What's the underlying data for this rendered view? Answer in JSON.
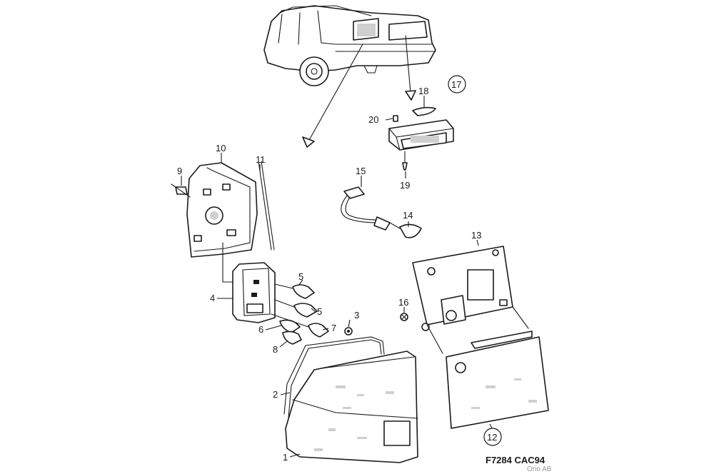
{
  "callouts": [
    {
      "id": "1",
      "label": "1",
      "circled": false
    },
    {
      "id": "2",
      "label": "2",
      "circled": false
    },
    {
      "id": "3",
      "label": "3",
      "circled": false
    },
    {
      "id": "4",
      "label": "4",
      "circled": false
    },
    {
      "id": "5a",
      "label": "5",
      "circled": false
    },
    {
      "id": "5b",
      "label": "5",
      "circled": false
    },
    {
      "id": "6",
      "label": "6",
      "circled": false
    },
    {
      "id": "7",
      "label": "7",
      "circled": false
    },
    {
      "id": "8",
      "label": "8",
      "circled": false
    },
    {
      "id": "9",
      "label": "9",
      "circled": false
    },
    {
      "id": "10",
      "label": "10",
      "circled": false
    },
    {
      "id": "11",
      "label": "11",
      "circled": false
    },
    {
      "id": "12",
      "label": "12",
      "circled": true
    },
    {
      "id": "13",
      "label": "13",
      "circled": false
    },
    {
      "id": "14",
      "label": "14",
      "circled": false
    },
    {
      "id": "15",
      "label": "15",
      "circled": false
    },
    {
      "id": "16",
      "label": "16",
      "circled": false
    },
    {
      "id": "17",
      "label": "17",
      "circled": true
    },
    {
      "id": "18",
      "label": "18",
      "circled": false
    },
    {
      "id": "19",
      "label": "19",
      "circled": false
    },
    {
      "id": "20",
      "label": "20",
      "circled": false
    }
  ],
  "figure_code": "F7284 CAC94",
  "brand": "Orio AB"
}
